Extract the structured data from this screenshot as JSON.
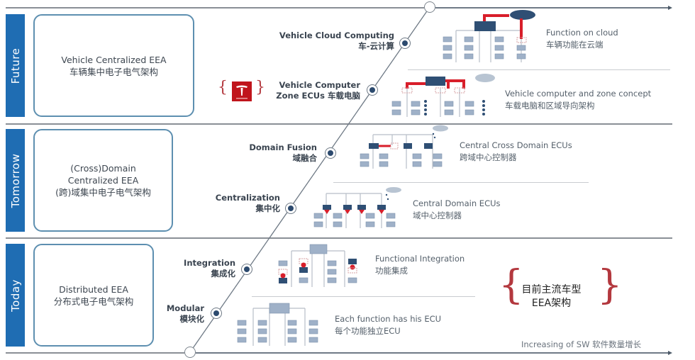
{
  "timeline": {
    "axis_label": "Increasing of SW 软件数量增长"
  },
  "eras": [
    {
      "tab": "Future",
      "box": [
        "Vehicle Centralized EEA",
        "车辆集中电子电气架构"
      ],
      "stages": [
        {
          "name": "Vehicle Cloud Computing",
          "zh": "车-云计算",
          "desc": [
            "Function on cloud",
            "车辆功能在云端"
          ]
        },
        {
          "name": "Vehicle Computer",
          "zh": "Zone ECUs 车载电脑",
          "desc": [
            "Vehicle computer and zone concept",
            "车载电脑和区域导向架构"
          ]
        }
      ]
    },
    {
      "tab": "Tomorrow",
      "box": [
        "(Cross)Domain",
        "Centralized EEA",
        "(跨)域集中电子电气架构"
      ],
      "stages": [
        {
          "name": "Domain Fusion",
          "zh": "域融合",
          "desc": [
            "Central Cross Domain ECUs",
            "跨域中心控制器"
          ]
        },
        {
          "name": "Centralization",
          "zh": "集中化",
          "desc": [
            "Central Domain ECUs",
            "域中心控制器"
          ]
        }
      ]
    },
    {
      "tab": "Today",
      "box": [
        "Distributed EEA",
        "分布式电子电气架构"
      ],
      "stages": [
        {
          "name": "Integration",
          "zh": "集成化",
          "desc": [
            "Functional Integration",
            "功能集成"
          ]
        },
        {
          "name": "Modular",
          "zh": "模块化",
          "desc": [
            "Each function has his ECU",
            "每个功能独立ECU"
          ]
        }
      ]
    }
  ],
  "tesla_callout": {
    "icon": "tesla-logo-icon"
  },
  "mainstream_note": [
    "目前主流车型",
    "EEA架构"
  ],
  "colors": {
    "era_tab": "#1f6db3",
    "ecu_light": "#9fb1c8",
    "ecu_dark": "#2f4f74",
    "highlight_red": "#d81e2a",
    "cloud_light": "#b8c4d2",
    "cloud_dark": "#2f4f74"
  }
}
